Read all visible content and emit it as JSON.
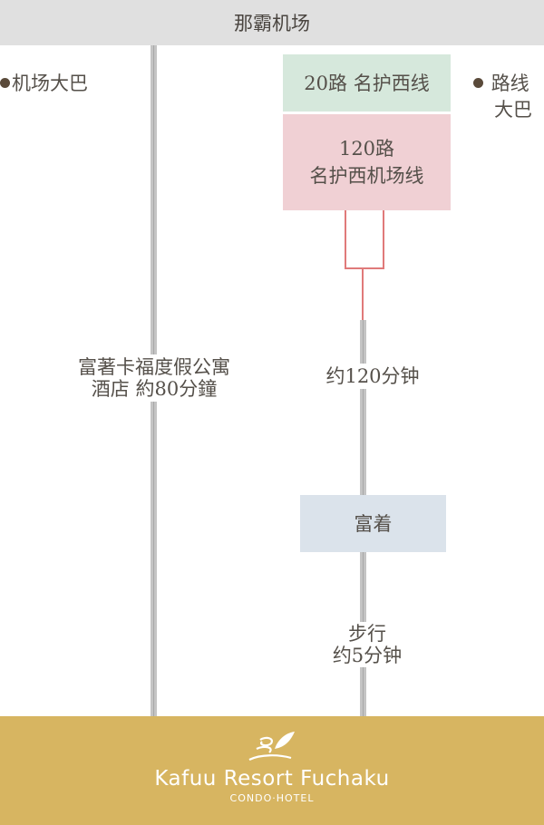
{
  "header": {
    "title": "那霸机场"
  },
  "left_route": {
    "label": "机场大巴",
    "travel_line1": "富著卡福度假公寓",
    "travel_line2": "酒店  約80分鐘"
  },
  "right_route": {
    "label_line1": "路线",
    "label_line2": "大巴",
    "bus_line_a": "20路  名护西线",
    "bus_line_b_1": "120路",
    "bus_line_b_2": "名护西机场线",
    "travel_time": "约120分钟",
    "stop_name": "富着",
    "walk_line1": "步行",
    "walk_line2": "约5分钟"
  },
  "footer": {
    "brand": "Kafuu Resort Fuchaku",
    "sub": "CONDO·HOTEL"
  },
  "colors": {
    "header_bg": "#e0e0e0",
    "green_box": "#d6e8dc",
    "pink_box": "#f0d0d4",
    "blue_box": "#dbe3eb",
    "connector_red": "#e07a7a",
    "footer_gold": "#d7b561"
  }
}
